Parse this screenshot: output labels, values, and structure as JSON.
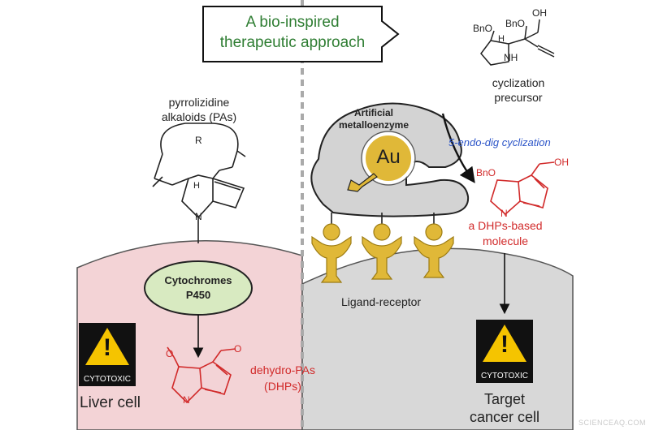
{
  "title": {
    "line1": "A bio-inspired",
    "line2": "therapeutic approach"
  },
  "left": {
    "pa_label_line1": "pyrrolizidine",
    "pa_label_line2": "alkaloids (PAs)",
    "pa_r_group": "R",
    "pa_nitrogen": "N",
    "enzyme_line1": "Cytochromes",
    "enzyme_line2": "P450",
    "dhp_label_line1": "dehydro-PAs",
    "dhp_label_line2": "(DHPs)",
    "dhp_nitrogen": "N",
    "warning_text": "CYTOTOXIC",
    "cell_label": "Liver cell"
  },
  "right": {
    "precursor_label_line1": "cyclization",
    "precursor_label_line2": "precursor",
    "precursor_bno1": "BnO",
    "precursor_bno2": "BnO",
    "precursor_oh": "OH",
    "precursor_h": "H",
    "precursor_nh": "NH",
    "enzyme_line1": "Artificial",
    "enzyme_line2": "metalloenzyme",
    "metal": "Au",
    "reaction": "5-endo-dig cyclization",
    "product_bno": "BnO",
    "product_oh": "OH",
    "product_n": "N",
    "product_label_line1": "a DHPs-based",
    "product_label_line2": "molecule",
    "receptor_label": "Ligand-receptor",
    "warning_text": "CYTOTOXIC",
    "cell_label_line1": "Target",
    "cell_label_line2": "cancer cell"
  },
  "watermark": "SCIENCEAQ.COM",
  "colors": {
    "liver_cell": "#f3d3d6",
    "cancer_cell": "#d8d8d8",
    "enzyme_green": "#d8eac1",
    "gold": "#e0b838",
    "gold_dark": "#9c7b12",
    "red": "#d12a2a",
    "title_green": "#2e7d32",
    "reaction_blue": "#2c55c8"
  }
}
